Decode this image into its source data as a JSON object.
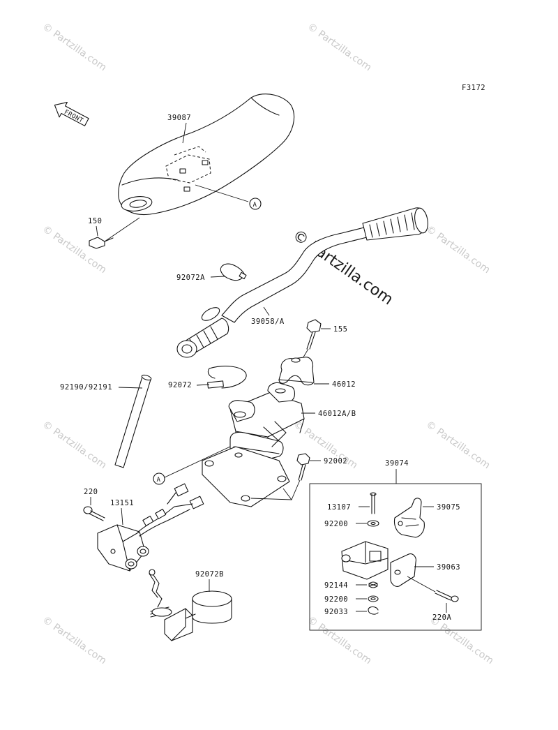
{
  "figure_code": "F3172",
  "front_label": "FRONT",
  "watermark": {
    "text": "© Partzilla.com",
    "center_text": "© Partzilla.com"
  },
  "callout_letter": "A",
  "parts": {
    "p39087": "39087",
    "p150": "150",
    "p92072A": "92072A",
    "p39058A": "39058/A",
    "p155": "155",
    "p92190": "92190/92191",
    "p92072": "92072",
    "p46012": "46012",
    "p46012AB": "46012A/B",
    "p92002": "92002",
    "p39074": "39074",
    "p220": "220",
    "p13151": "13151",
    "p13107": "13107",
    "p39075": "39075",
    "p92200a": "92200",
    "p39063": "39063",
    "p92144": "92144",
    "p92200b": "92200",
    "p92033": "92033",
    "p220A": "220A",
    "p92072B": "92072B"
  }
}
